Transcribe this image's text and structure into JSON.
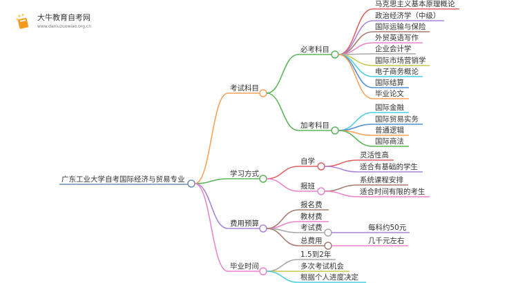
{
  "logo": {
    "name": "大牛教育自考网",
    "url": "www.daniuzuowiao.org.cn"
  },
  "root": "广东工业大学自考国际经济与贸易专业",
  "branches": {
    "exam_subjects": {
      "label": "考试科目",
      "required": {
        "label": "必考科目",
        "items": [
          "马克思主义基本原理概论",
          "政治经济学（中级）",
          "国际运输与保险",
          "外贸英语写作",
          "企业会计学",
          "国际市场营销学",
          "电子商务概论",
          "国际结算",
          "毕业论文"
        ]
      },
      "additional": {
        "label": "加考科目",
        "items": [
          "国际金融",
          "国际贸易实务",
          "普通逻辑",
          "国际商法"
        ]
      }
    },
    "study_method": {
      "label": "学习方式",
      "self": {
        "label": "自学",
        "items": [
          "灵活性高",
          "适合有基础的学生"
        ]
      },
      "class": {
        "label": "报班",
        "items": [
          "系统课程安排",
          "适合时间有限的考生"
        ]
      }
    },
    "budget": {
      "label": "费用预算",
      "items": [
        "报名费",
        "教材费"
      ],
      "exam_fee": {
        "label": "考试费",
        "detail": "每科约50元"
      },
      "total": {
        "label": "总费用",
        "detail": "几千元左右"
      }
    },
    "graduation": {
      "label": "毕业时间",
      "items": [
        "1.5到2年",
        "多次考试机会",
        "根据个人进度决定"
      ]
    }
  },
  "colors": {
    "red": "#e06060",
    "purple": "#a983dc",
    "brown": "#a57a6e",
    "pink": "#ec84cc",
    "gray": "#a8a8a8",
    "olive": "#c9c94c",
    "cyan": "#4ccfdf",
    "blue": "#4d8fcf",
    "orange": "#f8a258",
    "green": "#5cb55c",
    "root": "#6a8fb0"
  }
}
